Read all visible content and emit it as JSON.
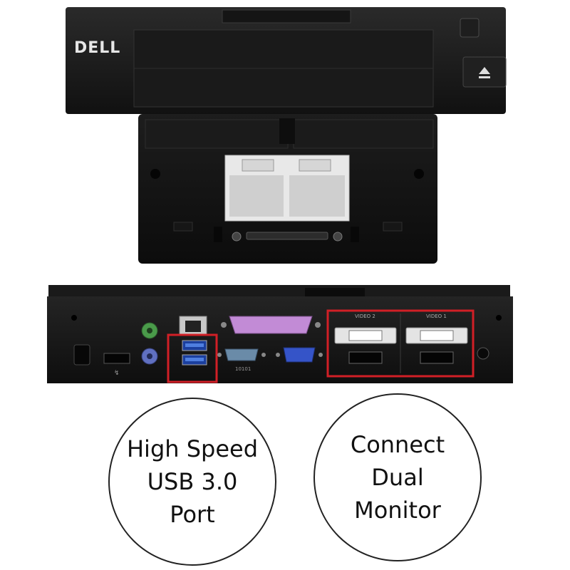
{
  "brand_logo": {
    "text": "DELL"
  },
  "highlight_color": "#d11f26",
  "port_labels": {
    "video_2": "VIDEO 2",
    "video_1": "VIDEO 1",
    "serial": "10101",
    "usb_power": "↯"
  },
  "callouts": [
    {
      "lines": [
        "High Speed",
        "USB 3.0",
        "Port"
      ]
    },
    {
      "lines": [
        "Connect",
        "Dual",
        "Monitor"
      ]
    }
  ]
}
